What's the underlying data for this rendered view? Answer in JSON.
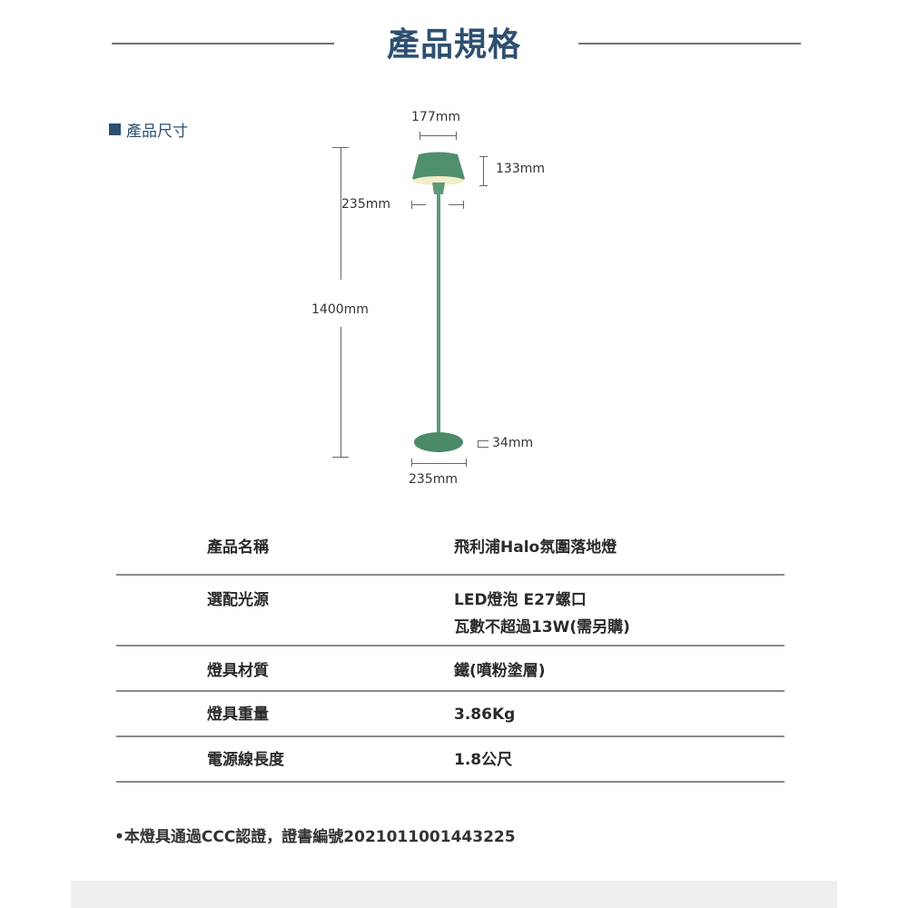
{
  "header": {
    "title": "產品規格"
  },
  "dimensions_section": {
    "label": "產品尺寸",
    "lamp_colors": {
      "shade": "#4f8f6e",
      "stem": "#5c9a78",
      "base": "#4a8a68",
      "glow": "#f3edc8"
    },
    "labels": {
      "shade_width": "177mm",
      "shade_height": "133mm",
      "spread_width": "235mm",
      "total_height": "1400mm",
      "base_height": "34mm",
      "base_width": "235mm"
    }
  },
  "specs": {
    "rows": [
      {
        "key": "產品名稱",
        "values": [
          "飛利浦Halo氛圍落地燈"
        ]
      },
      {
        "key": "選配光源",
        "values": [
          "LED燈泡 E27螺口",
          "瓦數不超過13W(需另購)"
        ]
      },
      {
        "key": "燈具材質",
        "values": [
          "鐵(噴粉塗層)"
        ]
      },
      {
        "key": "燈具重量",
        "values": [
          "3.86Kg"
        ]
      },
      {
        "key": "電源線長度",
        "values": [
          "1.8公尺"
        ]
      }
    ]
  },
  "footer": {
    "note": "•本燈具通過CCC認證，證書編號2021011001443225"
  }
}
